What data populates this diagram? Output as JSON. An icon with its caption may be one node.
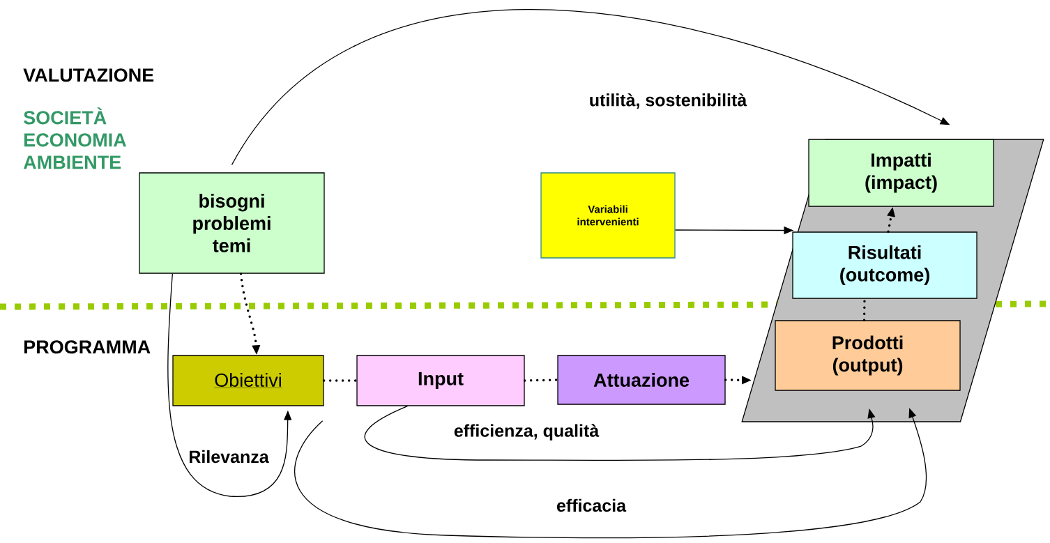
{
  "diagram": {
    "nodes": [
      {
        "text": [
          "bisogni problemi temi"
        ]
      },
      {
        "text": [
          "Variabili intervenienti"
        ]
      },
      {
        "text": [],
        "shape": "parallelogram"
      },
      {
        "text": [
          "Impatti (impact)"
        ],
        "in": 2
      },
      {
        "text": [
          "Risultati (outcome)"
        ],
        "in": 2
      },
      {
        "text": [
          "Prodotti (output)"
        ],
        "in": 2
      },
      {
        "text": [
          "Obiettivi"
        ]
      },
      {
        "text": [
          "Input"
        ]
      },
      {
        "text": [
          "Attuazione"
        ]
      }
    ],
    "edges": [
      {
        "from": 0,
        "to": 3,
        "arrow": "to",
        "label": "utilità, sostenibilità"
      },
      {
        "from": 0,
        "to": 6,
        "arrow": "to",
        "style": "dashed"
      },
      {
        "from": 0,
        "to": 6,
        "arrow": "to",
        "label": "Rilevanza"
      },
      {
        "from": 6,
        "to": 7,
        "arrow": "none",
        "style": "dashed"
      },
      {
        "from": 7,
        "to": 8,
        "arrow": "none",
        "style": "dashed"
      },
      {
        "from": 8,
        "to": 2,
        "arrow": "to",
        "style": "dashed"
      },
      {
        "from": 1,
        "to": 2,
        "arrow": "to"
      },
      {
        "from": 5,
        "to": 4,
        "arrow": "none",
        "style": "dashed"
      },
      {
        "from": 4,
        "to": 3,
        "arrow": "to",
        "style": "dashed"
      },
      {
        "from": 7,
        "to": 5,
        "arrow": "to",
        "label": "efficienza, qualità"
      },
      {
        "from": 6,
        "to": 5,
        "arrow": "to",
        "label": "efficacia"
      }
    ],
    "labels": [
      "VALUTAZIONE",
      "SOCIETÀ ECONOMIA AMBIENTE",
      "PROGRAMMA"
    ]
  }
}
